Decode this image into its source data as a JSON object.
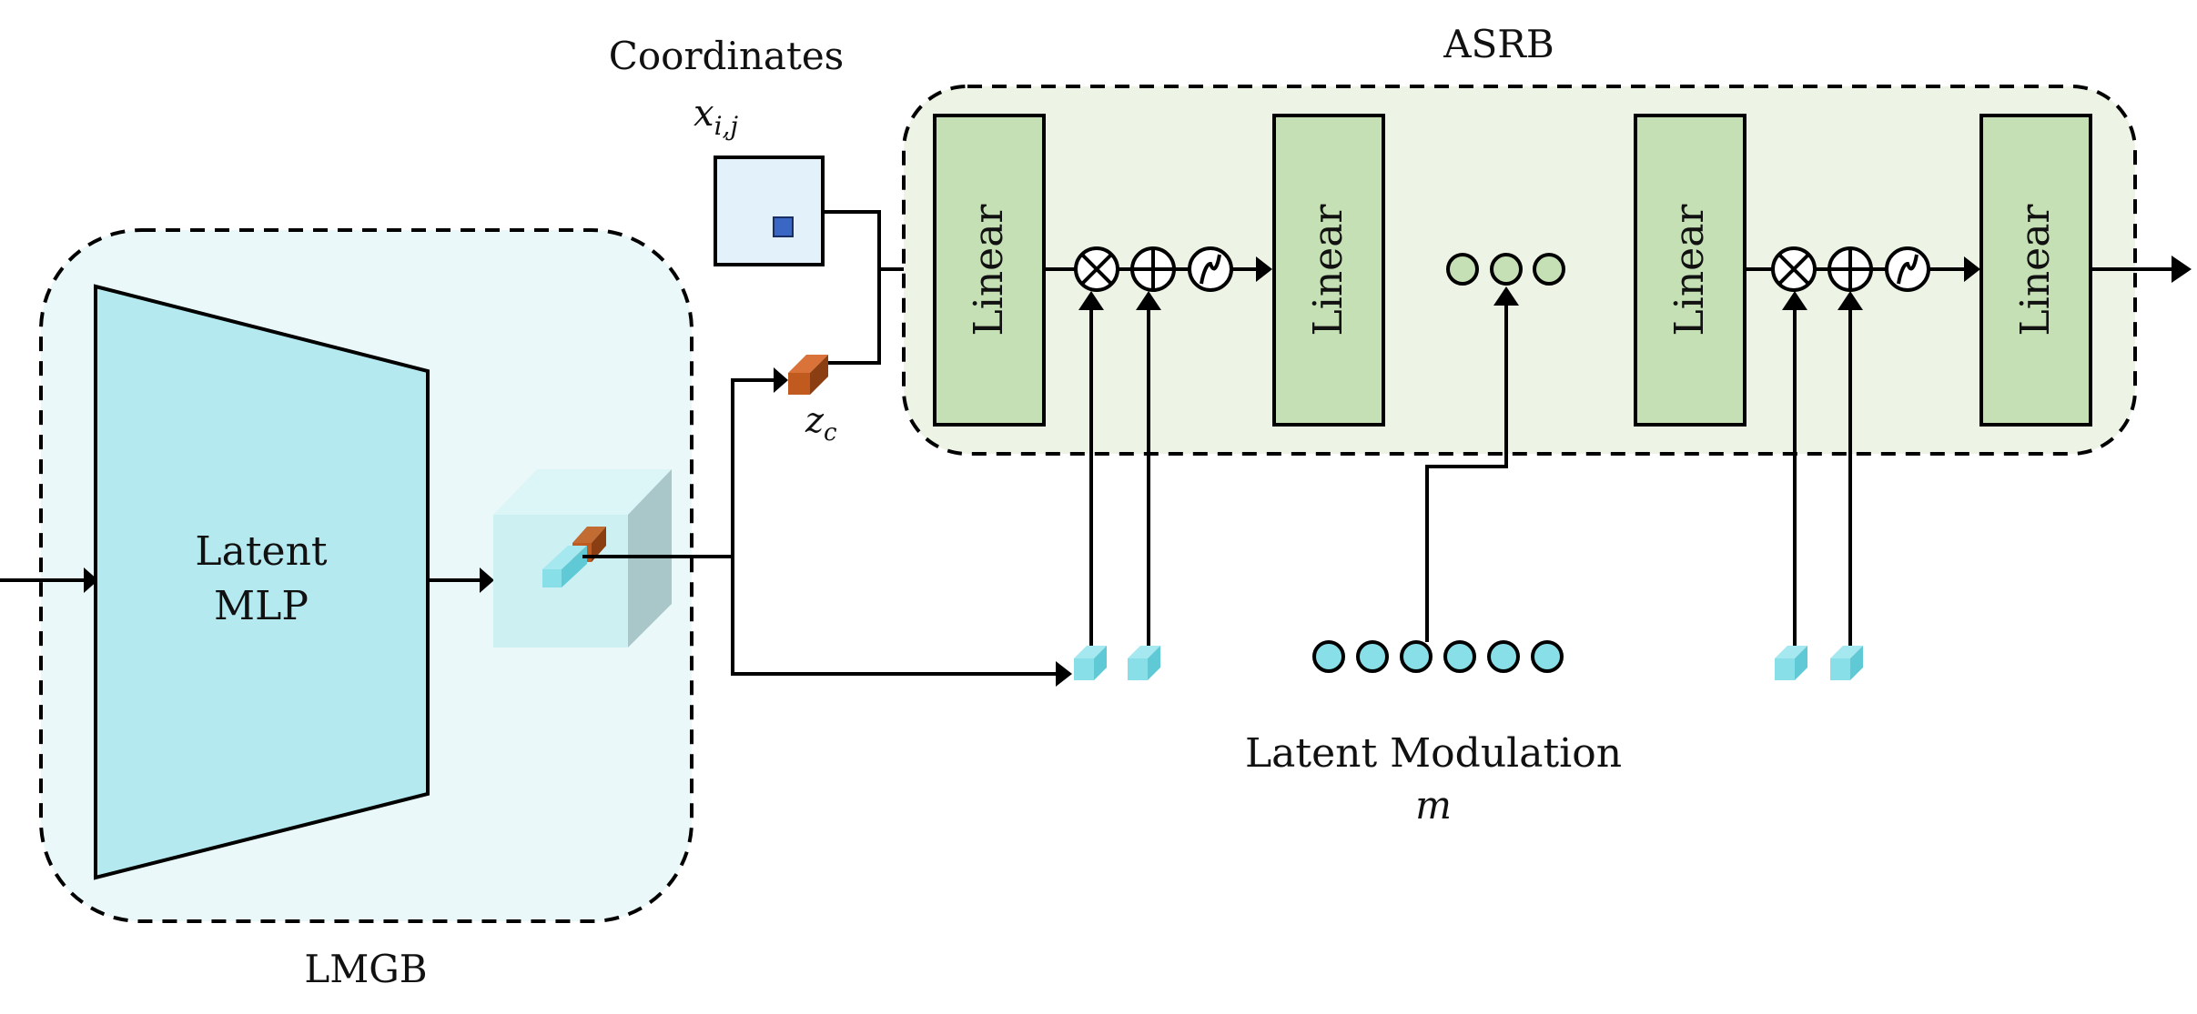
{
  "lmgb": {
    "label": "LMGB",
    "mlp_line1": "Latent",
    "mlp_line2": "MLP"
  },
  "asrb": {
    "label": "ASRB",
    "linear_label": "Linear"
  },
  "coordinates": {
    "label": "Coordinates",
    "symbol": "x",
    "subscript": "i,j"
  },
  "zc": {
    "symbol": "z",
    "subscript": "c"
  },
  "modulation": {
    "label": "Latent Modulation",
    "symbol": "m"
  },
  "colors": {
    "lmgb_fill": "#eaf8f9",
    "asrb_fill": "#edf4e5",
    "linear_fill": "#c5e0b4",
    "mlp_fill": "#b4e9ef",
    "cube_front": "#cdf0f3",
    "cube_top": "#dcf5f7",
    "cube_side": "#a9c7c9",
    "latent_vec": "#88dfe8",
    "latent_vec_dark": "#5fcad6",
    "brown": "#c05a1e",
    "brown_dark": "#8a3e12",
    "coord_box": "#e3f1fb",
    "coord_dot": "#3a66c4",
    "mod_circle": "#88dfe8",
    "green_circle": "#c5e0b4"
  }
}
